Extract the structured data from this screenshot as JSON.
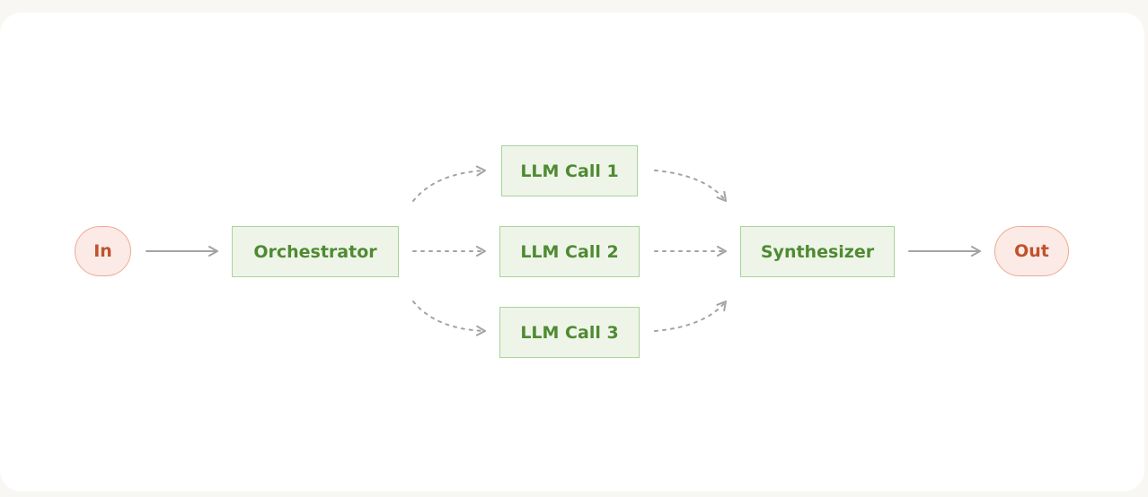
{
  "nodes": {
    "input": "In",
    "orchestrator": "Orchestrator",
    "llm_call_1": "LLM Call 1",
    "llm_call_2": "LLM Call 2",
    "llm_call_3": "LLM Call 3",
    "synthesizer": "Synthesizer",
    "output": "Out"
  },
  "colors": {
    "terminal_text": "#c0522e",
    "terminal_fill": "#fbeae5",
    "terminal_border": "#eeaa93",
    "step_text": "#4f8a33",
    "step_fill": "#eef5e8",
    "step_border": "#a9d39a",
    "arrow": "#a3a3a3"
  }
}
